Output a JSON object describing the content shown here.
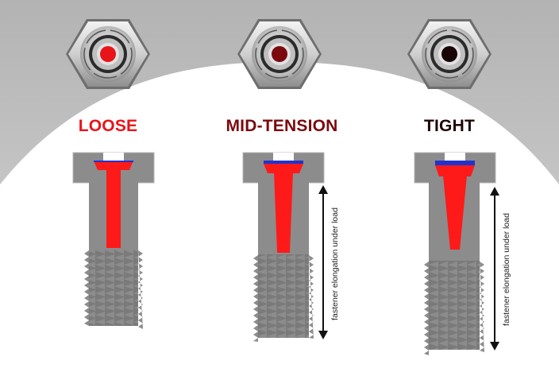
{
  "states": [
    {
      "label": "LOOSE",
      "color": "#e8141a",
      "indicator_color": "#e8141a"
    },
    {
      "label": "MID-TENSION",
      "color": "#7a0a0e",
      "indicator_color": "#7a0a0e"
    },
    {
      "label": "TIGHT",
      "color": "#1e0707",
      "indicator_color": "#1a0505"
    }
  ],
  "elongation_label": "fastener elongation under load",
  "colors": {
    "background_top": "#bdbdbd",
    "background_arc": "#ffffff",
    "bolt_body": "#8c8c8c",
    "bolt_edge": "#b5b5b5",
    "indicator_rod": "#ff1a1a",
    "indicator_cap": "#2233cc",
    "arrow": "#111111"
  }
}
